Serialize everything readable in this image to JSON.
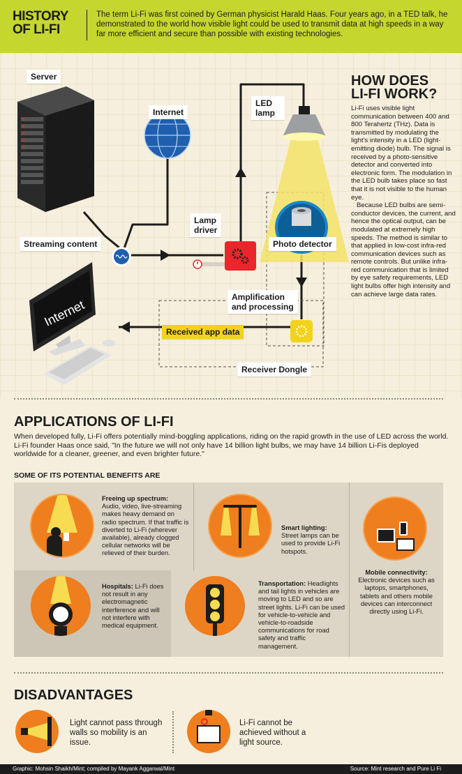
{
  "header": {
    "title_line1": "HISTORY",
    "title_line2": "OF LI-FI",
    "text": "The term Li-Fi was first coined by German physicist Harald Haas. Four years ago, in a TED talk, he demonstrated to the world how visible light could be used to transmit data at high speeds in a way far more efficient and secure than possible with existing technologies."
  },
  "diagram": {
    "server": "Server",
    "internet": "Internet",
    "led_lamp_1": "LED",
    "led_lamp_2": "lamp",
    "streaming": "Streaming content",
    "lamp_driver_1": "Lamp",
    "lamp_driver_2": "driver",
    "photo_detector": "Photo detector",
    "amp_1": "Amplification",
    "amp_2": "and processing",
    "received": "Received app data",
    "receiver": "Receiver Dongle",
    "monitor_text": "Internet"
  },
  "how": {
    "title_1": "HOW DOES",
    "title_2": "LI-FI WORK?",
    "p1": "Li-Fi uses visible light communication between 400 and 800 Terahertz (THz). Data is transmitted by modulating the light's intensity in a LED (light-emitting diode) bulb. The signal is received by a photo-sensitive detector and converted into electronic form. The modulation in the LED bulb takes place so fast that it is not visible to the human eye.",
    "p2": "Because LED bulbs are semi-conductor devices, the current, and hence the optical output, can be modulated at extremely high speeds. The method is similar to that applied in low-cost infra-red communication devices such as remote controls. But unlike infra-red communication that is limited by eye safety requirements, LED light bulbs offer high intensity and can achieve large data rates."
  },
  "applications": {
    "title": "APPLICATIONS OF LI-FI",
    "body": "When developed fully, Li-Fi offers potentially mind-boggling applications, riding on the rapid growth in the use of LED across the world. Li-Fi founder Haas once said, \"In the future we will not only have 14 billion light bulbs, we may have 14 billion Li-Fis deployed worldwide for a cleaner, greener, and even brighter future.\"",
    "benefits_title": "SOME OF ITS POTENTIAL BENEFITS ARE",
    "b1_head": "Freeing up spectrum:",
    "b1_body": "Audio, video, live-streaming makes heavy demand on radio spectrum. If that traffic is diverted to Li-Fi (wherever available), already clogged cellular networks will be relieved of their burden.",
    "b2_head": "Smart lighting:",
    "b2_body": "Street lamps can be used to provide Li-Fi hotspots.",
    "b3_head": "Mobile connectivity:",
    "b3_body": "Electronic devices such as laptops, smartphones, tablets and others mobile devices can interconnect directly using Li-Fi.",
    "b4_head": "Hospitals:",
    "b4_body": "Li-Fi does not result in any electromagnetic interference and will not interfere with medical equipment.",
    "b5_head": "Transportation:",
    "b5_body": "Headlights and tail lights in vehicles are moving to LED and so are street lights. Li-Fi can be used for vehicle-to-vehicle and vehicle-to-roadside communications for road safety and traffic management."
  },
  "disadvantages": {
    "title": "DISADVANTAGES",
    "d1": "Light cannot pass through walls so mobility is an issue.",
    "d2": "Li-Fi cannot be achieved without a light source."
  },
  "footer": {
    "left": "Graphic: Mohsin Shaikh/Mint; compiled by Mayank Aggarwal/Mint",
    "right": "Source: Mint research and Pure Li Fi"
  },
  "colors": {
    "header_bg": "#c5d62e",
    "accent_orange": "#ee7e1e",
    "accent_yellow": "#f3d21b",
    "accent_red": "#e8262b",
    "page_bg": "#f6efde"
  }
}
